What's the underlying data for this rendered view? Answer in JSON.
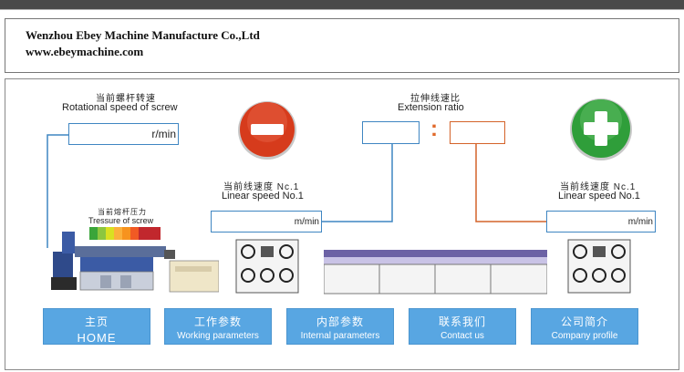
{
  "header": {
    "company": "Wenzhou Ebey Machine Manufacture Co.,Ltd",
    "website": "www.ebeymachine.com"
  },
  "screw_speed": {
    "label_cn": "当前螺杆转速",
    "label_en": "Rotational speed of screw",
    "unit": "r/min"
  },
  "extension": {
    "label_cn": "拉伸线速比",
    "label_en": "Extension ratio",
    "separator": ":"
  },
  "line_speed_1": {
    "label_cn": "当前线速度 Nc.1",
    "label_en": "Linear speed No.1",
    "unit": "m/min"
  },
  "line_speed_2": {
    "label_cn": "当前线速度 Nc.1",
    "label_en": "Linear speed No.1",
    "unit": "m/min"
  },
  "pressure": {
    "label_cn": "当前熔杆压力",
    "label_en": "Tressure of screw"
  },
  "buttons": {
    "decrease": "minus-icon",
    "increase": "plus-icon"
  },
  "nav": [
    {
      "cn": "主页",
      "en": "HOME"
    },
    {
      "cn": "工作参数",
      "en": "Working parameters"
    },
    {
      "cn": "内部参数",
      "en": "Internal parameters"
    },
    {
      "cn": "联系我们",
      "en": "Contact us"
    },
    {
      "cn": "公司简介",
      "en": "Company profile"
    }
  ],
  "colors": {
    "accent_blue": "#3f86c2",
    "nav_blue": "#58a6e2",
    "connector_orange": "#d4632a",
    "minus_red": "#d63b1c",
    "plus_green": "#2f9e3a"
  }
}
